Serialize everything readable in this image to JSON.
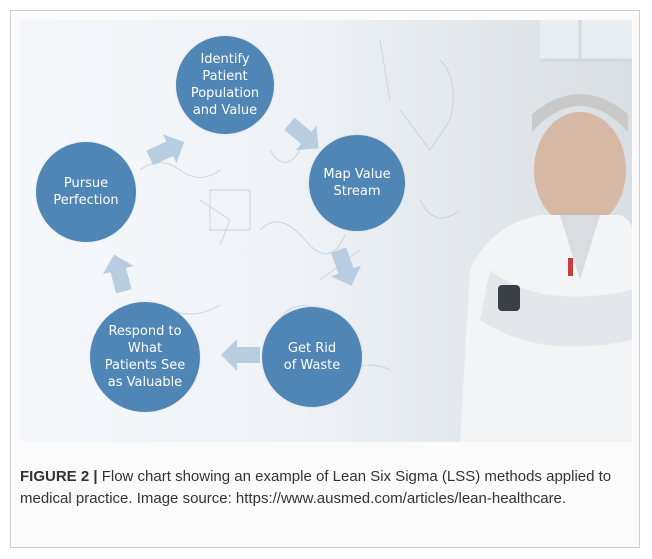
{
  "diagram": {
    "nodes": [
      {
        "id": "identify",
        "label": "Identify\nPatient\nPopulation\nand Value"
      },
      {
        "id": "map",
        "label": "Map Value\nStream"
      },
      {
        "id": "waste",
        "label": "Get Rid\nof Waste"
      },
      {
        "id": "respond",
        "label": "Respond to\nWhat\nPatients See\nas Valuable"
      },
      {
        "id": "pursue",
        "label": "Pursue\nPerfection"
      }
    ],
    "edges": [
      {
        "from": "identify",
        "to": "map"
      },
      {
        "from": "map",
        "to": "waste"
      },
      {
        "from": "waste",
        "to": "respond"
      },
      {
        "from": "respond",
        "to": "pursue"
      },
      {
        "from": "pursue",
        "to": "identify"
      }
    ],
    "colors": {
      "node_fill": "#4f86b5",
      "arrow_fill": "#b9cde0"
    }
  },
  "caption": {
    "label": "FIGURE 2 |",
    "text": " Flow chart showing an example of Lean Six Sigma (LSS) methods applied to medical practice. Image source: https://www.ausmed.com/articles/lean-healthcare."
  }
}
